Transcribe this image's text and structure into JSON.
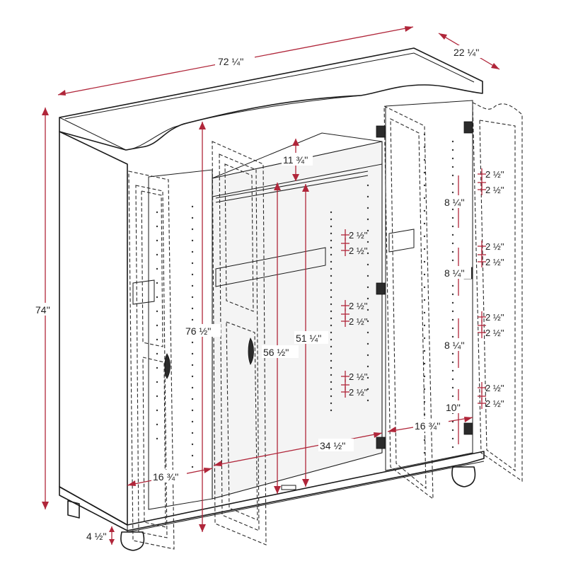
{
  "colors": {
    "dimension": "#b0263a",
    "line": "#1a1a1a",
    "background": "#ffffff"
  },
  "dimensions": {
    "overall_width": "72 ¼''",
    "overall_depth": "22 ¼''",
    "overall_height": "74''",
    "inside_height": "76 ½''",
    "hanging_height": "56 ½''",
    "rod_clearance": "51 ¼''",
    "top_shelf_gap": "11 ¾''",
    "center_width": "34 ½''",
    "left_width": "16 ¾''",
    "right_width": "16 ¾''",
    "leg_height": "4 ½''",
    "mid_shelf_spacing": [
      "2 ½''",
      "2 ½''",
      "2 ½''",
      "2 ½''",
      "2 ½''",
      "2 ½''"
    ],
    "right_shelf_spacing": [
      "2 ½''",
      "2 ½''",
      "2 ½''",
      "2 ½''",
      "2 ½''",
      "2 ½''",
      "2 ½''",
      "2 ½''"
    ],
    "right_section_gaps": [
      "8 ¼''",
      "8 ¼''",
      "8 ¼''",
      "10''"
    ]
  }
}
